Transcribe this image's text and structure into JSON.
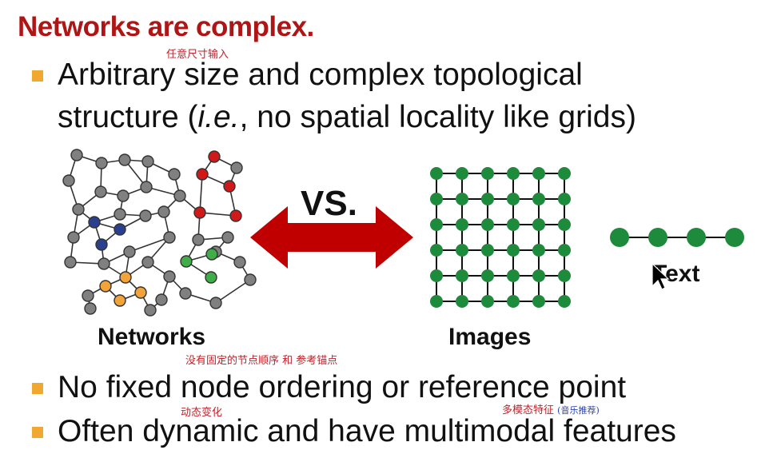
{
  "slide": {
    "title": "Networks are complex.",
    "bullets": [
      {
        "line1": "Arbitrary size and complex topological",
        "line2_pre": "structure (",
        "line2_ital": "i.e.",
        "line2_post": ", no spatial locality like grids)"
      },
      {
        "text": "No fixed node ordering or reference point"
      },
      {
        "text": "Often dynamic and have multimodal features"
      }
    ],
    "annotations": {
      "a1": "任意尺寸输入",
      "a2": "没有固定的节点顺序  和  参考锚点",
      "a3": "动态变化",
      "a4": "多模态特征",
      "a5": "(音乐推荐)"
    }
  },
  "figure": {
    "vs_label": "VS.",
    "networks_label": "Networks",
    "images_label": "Images",
    "text_label": "Text",
    "colors": {
      "gray": "#808080",
      "blue": "#2b3f8f",
      "green": "#3fae49",
      "orange": "#f2a43a",
      "red": "#d01a1a",
      "grid_green": "#1e8a3c",
      "arrow": "#c00000",
      "accent_title": "#b01515",
      "bullet": "#f0a830"
    },
    "grid": {
      "rows": 6,
      "cols": 6
    },
    "chain": {
      "nodes": 4
    }
  }
}
